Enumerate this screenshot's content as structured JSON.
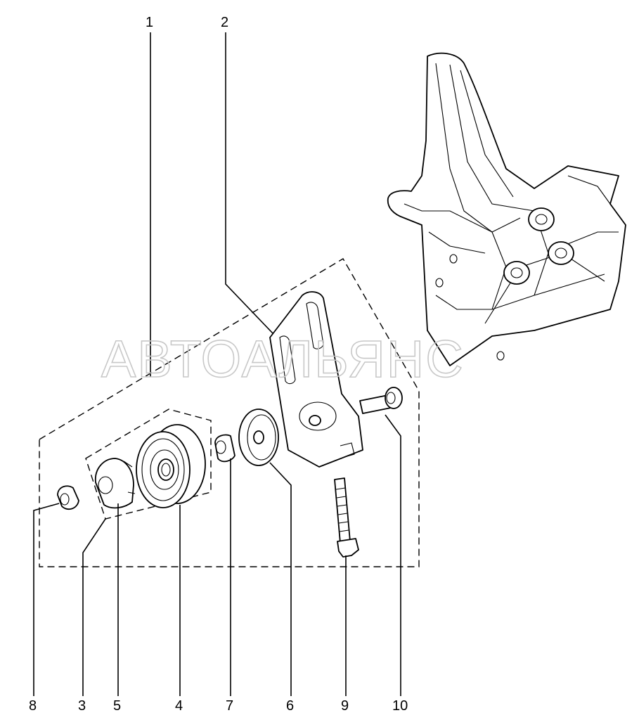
{
  "watermark": "АВТОАЛЬЯНС",
  "callouts": [
    {
      "id": "1",
      "label": "1"
    },
    {
      "id": "2",
      "label": "2"
    },
    {
      "id": "3",
      "label": "3"
    },
    {
      "id": "4",
      "label": "4"
    },
    {
      "id": "5",
      "label": "5"
    },
    {
      "id": "6",
      "label": "6"
    },
    {
      "id": "7",
      "label": "7"
    },
    {
      "id": "8",
      "label": "8"
    },
    {
      "id": "9",
      "label": "9"
    },
    {
      "id": "10",
      "label": "10"
    }
  ]
}
